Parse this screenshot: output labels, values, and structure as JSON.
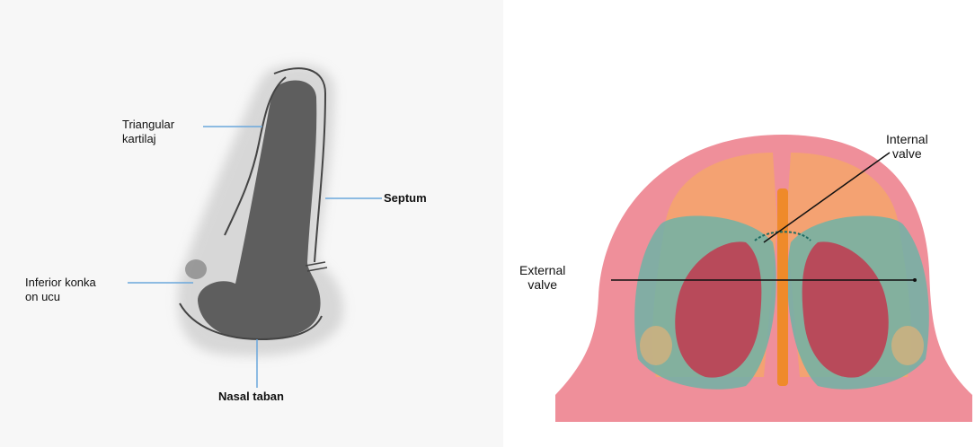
{
  "left_diagram": {
    "labels": {
      "triangular_line1": "Triangular",
      "triangular_line2": "kartilaj",
      "septum": "Septum",
      "inferior_line1": "Inferior konka",
      "inferior_line2": "on ucu",
      "nasal_taban": "Nasal taban"
    },
    "colors": {
      "leader": "#6aa7dc",
      "septum_fill": "#5e5e5e",
      "outline": "#444444"
    }
  },
  "right_diagram": {
    "labels": {
      "internal_line1": "Internal",
      "internal_line2": "valve",
      "external_line1": "External",
      "external_line2": "valve"
    },
    "colors": {
      "skin": "#ef8f9a",
      "cartilage": "#f4a46e",
      "mucosa": "#6fb3a6",
      "turbinate": "#b84a5a",
      "septum": "#ef8a2a"
    }
  }
}
